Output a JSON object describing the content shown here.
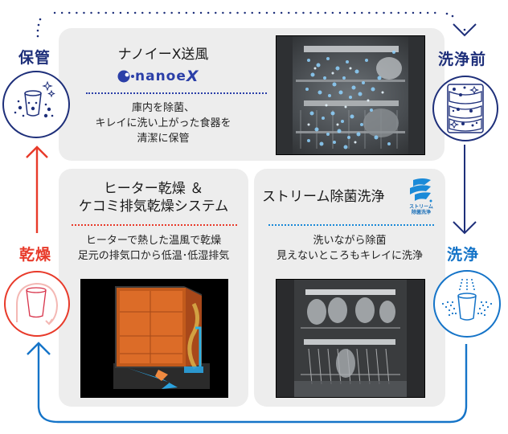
{
  "colors": {
    "navy": "#1e2f7a",
    "blue": "#1574c8",
    "red": "#e83a2a",
    "panel_bg": "#ededed",
    "nanoe_blue": "#2b3fa8",
    "stream_blue": "#1a8ad8"
  },
  "stages": {
    "storage": {
      "label": "保管",
      "icon": "sparkling-glass-icon"
    },
    "before_wash": {
      "label": "洗浄前",
      "icon": "dirty-dishes-icon"
    },
    "wash": {
      "label": "洗浄",
      "icon": "spraying-glass-icon"
    },
    "dry": {
      "label": "乾燥",
      "icon": "drying-glass-icon"
    }
  },
  "panels": {
    "nanoe": {
      "title": "ナノイーX送風",
      "logo_text": "nanoeX",
      "logo_x": "X",
      "logo_main": "nanoe",
      "body": [
        "庫内を除菌、",
        "キレイに洗い上がった食器を",
        "清潔に保管"
      ],
      "image": "nanoe-x-dishwasher-photo"
    },
    "heater": {
      "title": [
        "ヒーター乾燥 ＆",
        "ケコミ排気乾燥システム"
      ],
      "body": [
        "ヒーターで熱した温風で乾燥",
        "足元の排気口から低温･低湿排気"
      ],
      "image": "heater-drying-xray-photo"
    },
    "stream": {
      "title": "ストリーム除菌洗浄",
      "logo_caption": [
        "ストリーム",
        "除菌洗浄"
      ],
      "body": [
        "洗いながら除菌",
        "見えないところもキレイに洗浄"
      ],
      "image": "stream-wash-dishwasher-photo"
    }
  }
}
